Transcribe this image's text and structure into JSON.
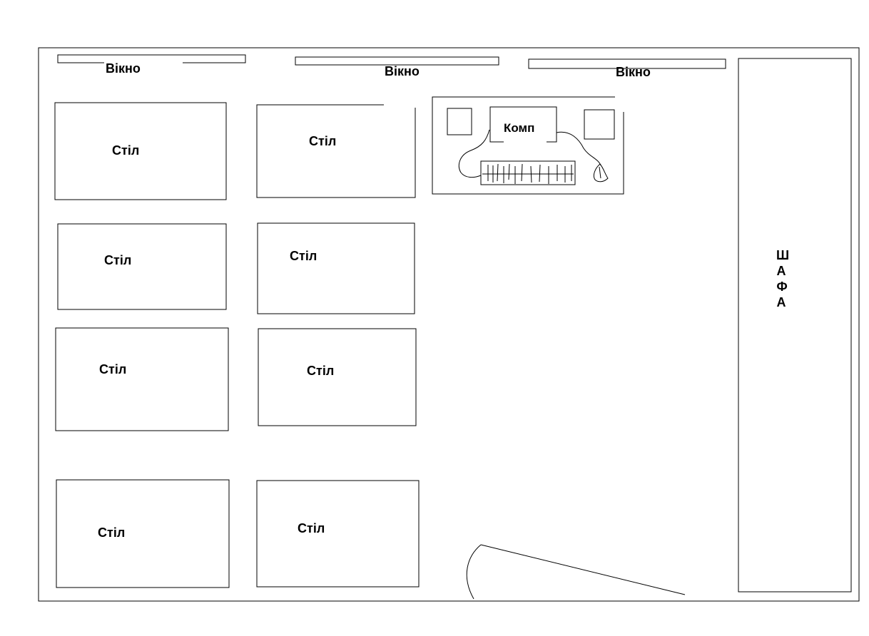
{
  "windows": [
    {
      "label": "Вікно"
    },
    {
      "label": "Вікно"
    },
    {
      "label": "Вікно"
    }
  ],
  "desks": [
    {
      "label": "Стіл"
    },
    {
      "label": "Стіл"
    },
    {
      "label": "Стіл"
    },
    {
      "label": "Стіл"
    },
    {
      "label": "Стіл"
    },
    {
      "label": "Стіл"
    },
    {
      "label": "Стіл"
    },
    {
      "label": "Стіл"
    }
  ],
  "computer_desk": {
    "computer_label": "Комп"
  },
  "wardrobe": {
    "letters": [
      "Ш",
      "А",
      "Ф",
      "А"
    ]
  }
}
